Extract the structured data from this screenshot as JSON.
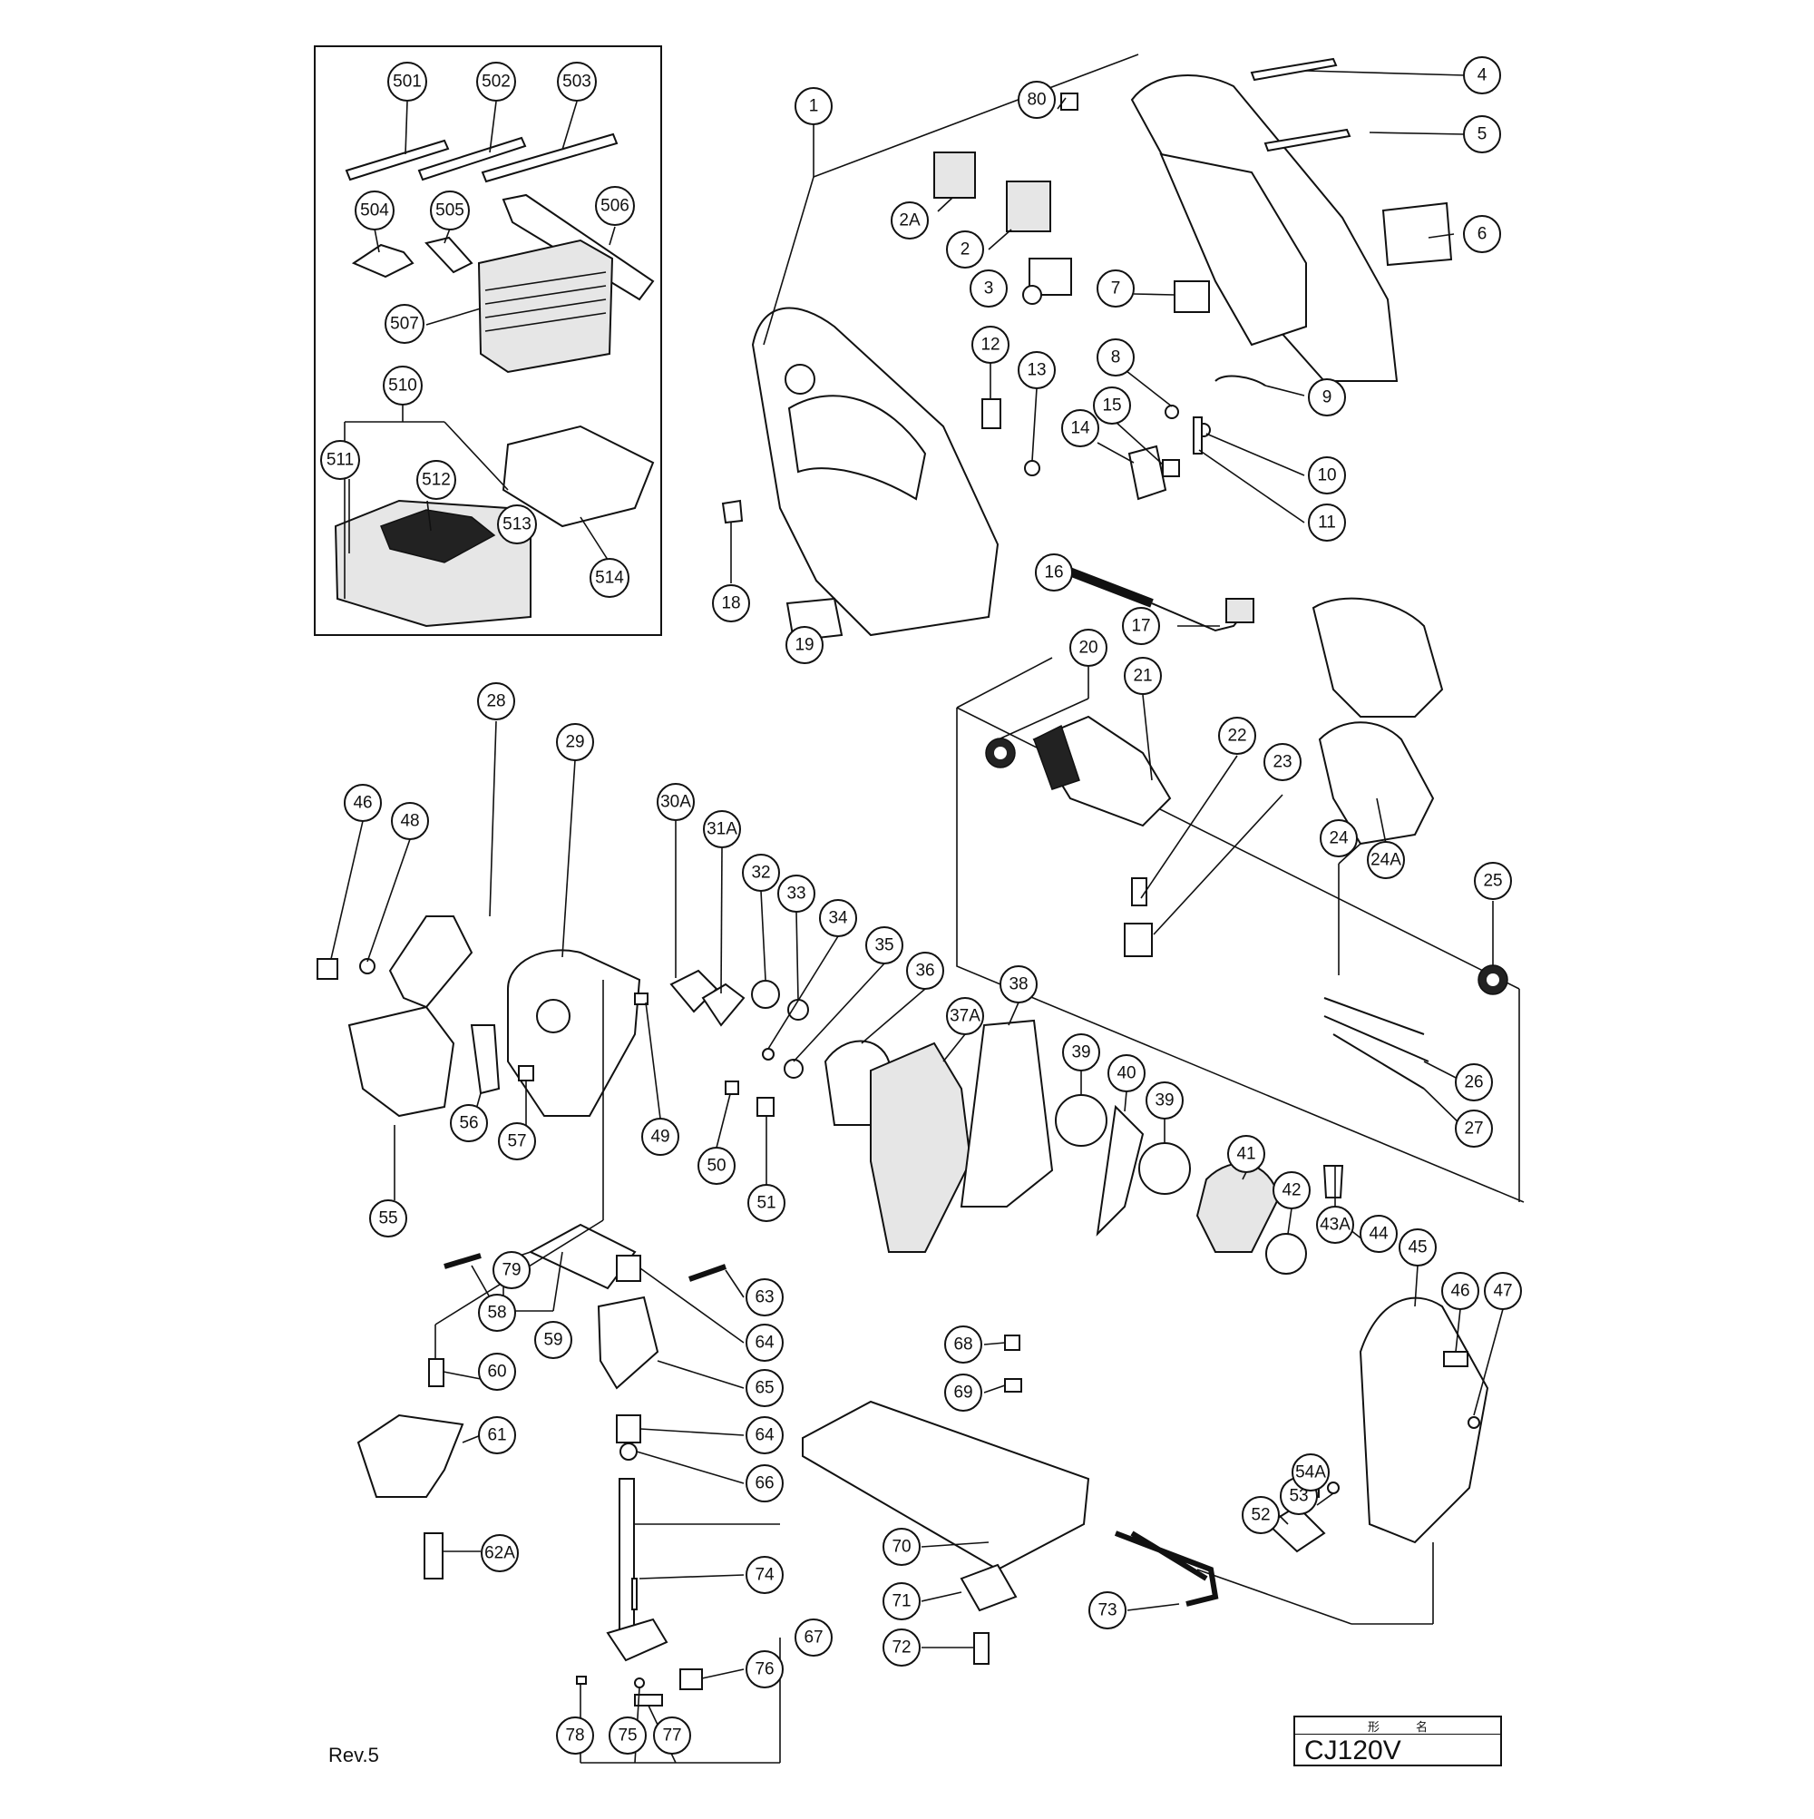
{
  "diagram": {
    "revision": "Rev.5",
    "model_header_left": "形",
    "model_header_right": "名",
    "model": "CJ120V",
    "callouts": [
      "1",
      "2",
      "2A",
      "3",
      "4",
      "5",
      "6",
      "7",
      "8",
      "9",
      "10",
      "11",
      "12",
      "13",
      "14",
      "15",
      "16",
      "17",
      "18",
      "19",
      "20",
      "21",
      "22",
      "23",
      "24",
      "24A",
      "25",
      "26",
      "27",
      "28",
      "29",
      "30A",
      "31A",
      "32",
      "33",
      "34",
      "35",
      "36",
      "37A",
      "38",
      "39",
      "39",
      "40",
      "41",
      "42",
      "43A",
      "44",
      "45",
      "46",
      "46",
      "47",
      "48",
      "49",
      "50",
      "51",
      "52",
      "53",
      "54A",
      "55",
      "56",
      "57",
      "58",
      "59",
      "60",
      "61",
      "62A",
      "63",
      "64",
      "64",
      "65",
      "66",
      "67",
      "68",
      "69",
      "70",
      "71",
      "72",
      "73",
      "74",
      "75",
      "76",
      "77",
      "78",
      "79",
      "80",
      "501",
      "502",
      "503",
      "504",
      "505",
      "506",
      "507",
      "510",
      "511",
      "512",
      "513",
      "514"
    ]
  }
}
